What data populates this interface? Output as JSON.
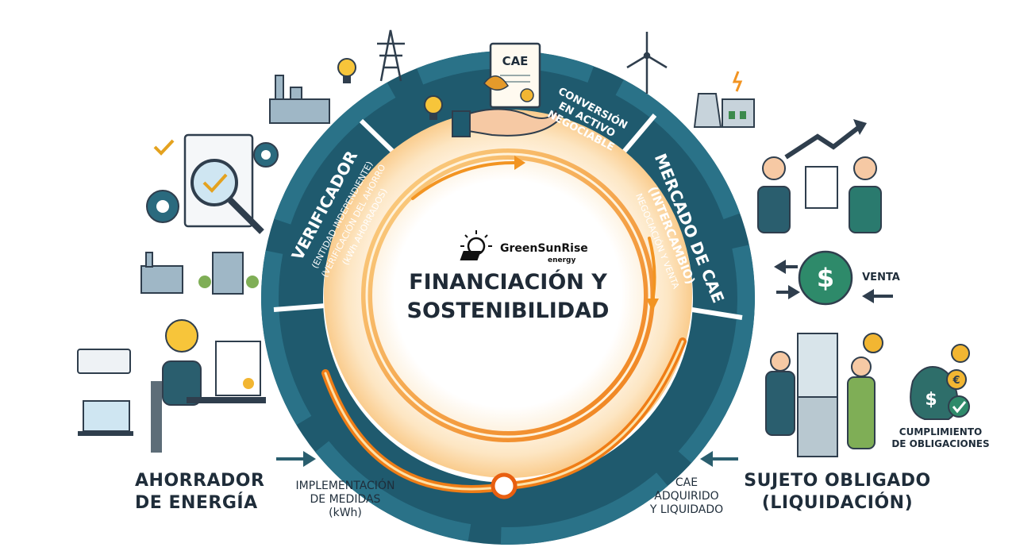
{
  "logo": {
    "name": "GreenSunRise",
    "sub": "energy"
  },
  "center": {
    "line1": "FINANCIACIÓN Y",
    "line2": "SOSTENIBILIDAD"
  },
  "ring": {
    "verificador": {
      "title": "VERIFICADOR",
      "sub1": "(ENTIDAD INDEPENDIENTE)",
      "sub2": "(VERIFICACIÓN DEL AHORRO",
      "sub3": "(kWh AHORRADOS)"
    },
    "conversion": {
      "line1": "CONVERSIÓN",
      "line2": "EN ACTIVO",
      "line3": "NEGOCIABLE"
    },
    "mercado": {
      "title1": "MERCADO DE CAE",
      "title2": "(INTERCAMBIO)",
      "sub": "NEGOCIACIÓN Y VENTA"
    }
  },
  "certificate": {
    "label": "CAE"
  },
  "labels": {
    "ahorrador1": "AHORRADOR",
    "ahorrador2": "DE ENERGÍA",
    "impl1": "IMPLEMENTACIÓN",
    "impl2": "DE MEDIDAS",
    "impl3": "(kWh)",
    "cae1": "CAE",
    "cae2": "ADQUIRIDO",
    "cae3": "Y LIQUIDADO",
    "sujeto1": "SUJETO OBLIGADO",
    "sujeto2": "(LIQUIDACIÓN)",
    "venta": "VENTA",
    "cumpl1": "CUMPLIMIENTO",
    "cumpl2": "DE OBLIGACIONES"
  },
  "currency": {
    "dollar": "$",
    "euro": "€"
  },
  "colors": {
    "ring_dark": "#1f5a6e",
    "ring_teal": "#2a7288",
    "orange": "#f29422",
    "orange_light": "#fbc36a",
    "text_dark": "#1f2d3a",
    "green": "#2e8a6a"
  }
}
